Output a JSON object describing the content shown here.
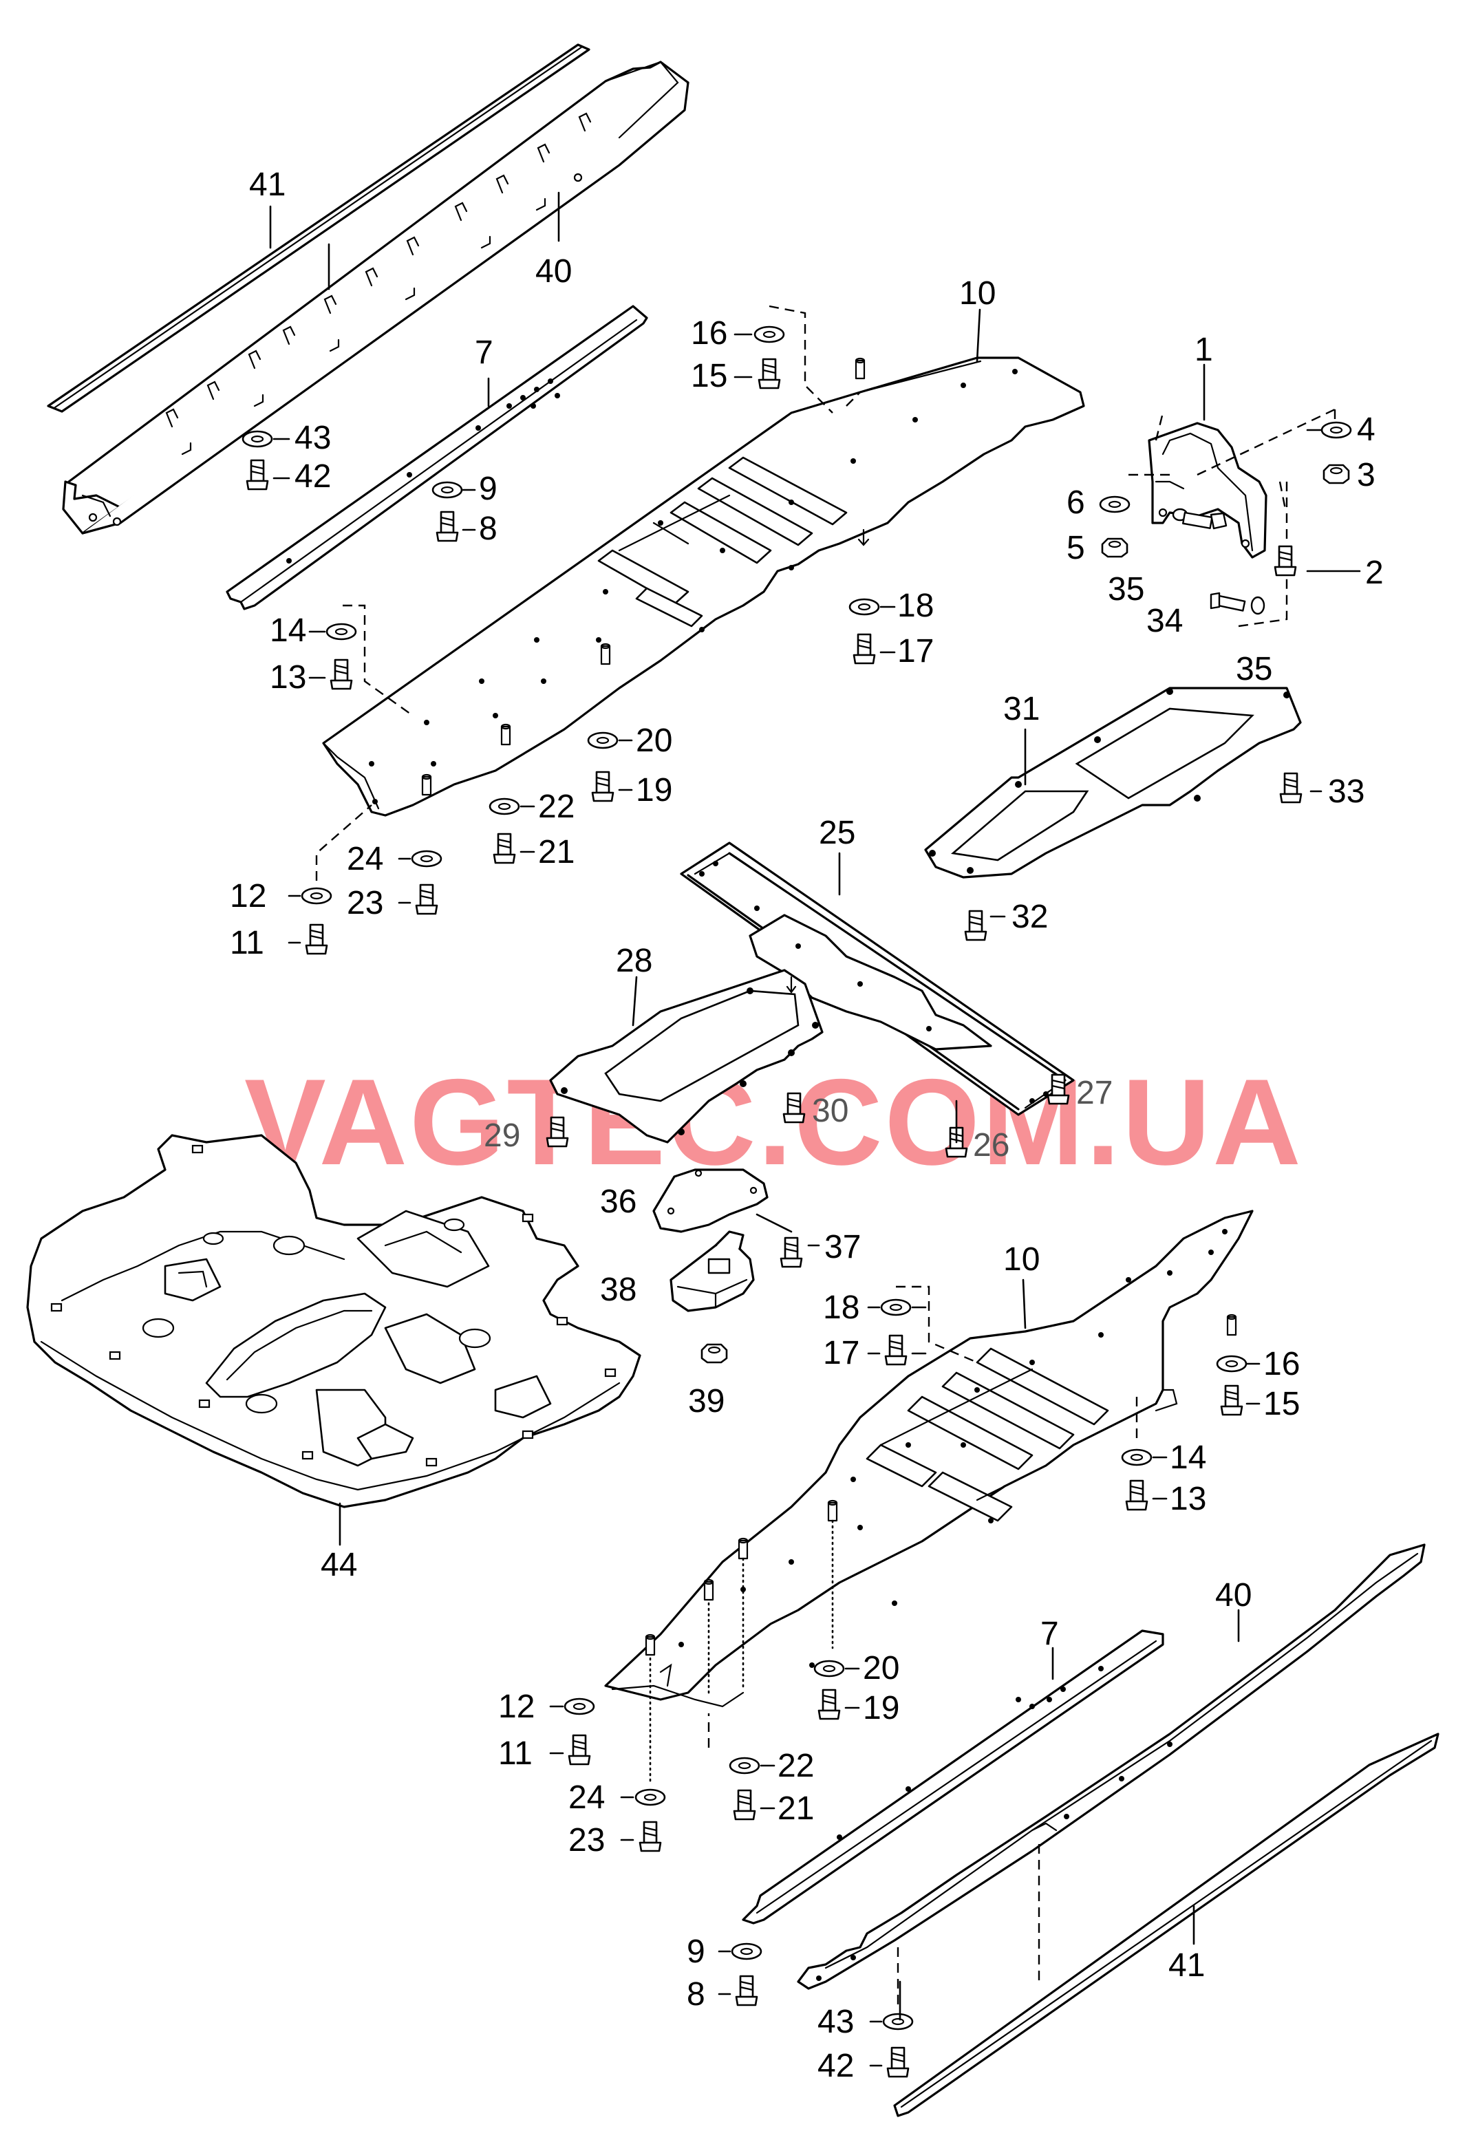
{
  "watermark": "VAGTEC.COM.UA",
  "colors": {
    "lines": "#000000",
    "background": "#ffffff",
    "watermark": "#f0232d"
  },
  "callouts": [
    {
      "id": "l41a",
      "text": "41"
    },
    {
      "id": "l40a",
      "text": "40"
    },
    {
      "id": "l7a",
      "text": "7"
    },
    {
      "id": "l43a",
      "text": "43"
    },
    {
      "id": "l42a",
      "text": "42"
    },
    {
      "id": "l9a",
      "text": "9"
    },
    {
      "id": "l8a",
      "text": "8"
    },
    {
      "id": "l10a",
      "text": "10"
    },
    {
      "id": "l16a",
      "text": "16"
    },
    {
      "id": "l15a",
      "text": "15"
    },
    {
      "id": "l18a",
      "text": "18"
    },
    {
      "id": "l17a",
      "text": "17"
    },
    {
      "id": "l14a",
      "text": "14"
    },
    {
      "id": "l13a",
      "text": "13"
    },
    {
      "id": "l20a",
      "text": "20"
    },
    {
      "id": "l19a",
      "text": "19"
    },
    {
      "id": "l22a",
      "text": "22"
    },
    {
      "id": "l21a",
      "text": "21"
    },
    {
      "id": "l24a",
      "text": "24"
    },
    {
      "id": "l23a",
      "text": "23"
    },
    {
      "id": "l12a",
      "text": "12"
    },
    {
      "id": "l11a",
      "text": "11"
    },
    {
      "id": "l1",
      "text": "1"
    },
    {
      "id": "l4",
      "text": "4"
    },
    {
      "id": "l3",
      "text": "3"
    },
    {
      "id": "l6",
      "text": "6"
    },
    {
      "id": "l5",
      "text": "5"
    },
    {
      "id": "l2",
      "text": "2"
    },
    {
      "id": "l35a",
      "text": "35"
    },
    {
      "id": "l34",
      "text": "34"
    },
    {
      "id": "l35b",
      "text": "35"
    },
    {
      "id": "l31",
      "text": "31"
    },
    {
      "id": "l33",
      "text": "33"
    },
    {
      "id": "l32",
      "text": "32"
    },
    {
      "id": "l25",
      "text": "25"
    },
    {
      "id": "l28",
      "text": "28"
    },
    {
      "id": "l27",
      "text": "27"
    },
    {
      "id": "l30",
      "text": "30"
    },
    {
      "id": "l29",
      "text": "29"
    },
    {
      "id": "l26",
      "text": "26"
    },
    {
      "id": "l36",
      "text": "36"
    },
    {
      "id": "l37",
      "text": "37"
    },
    {
      "id": "l38",
      "text": "38"
    },
    {
      "id": "l39",
      "text": "39"
    },
    {
      "id": "l10b",
      "text": "10"
    },
    {
      "id": "l18b",
      "text": "18"
    },
    {
      "id": "l17b",
      "text": "17"
    },
    {
      "id": "l16b",
      "text": "16"
    },
    {
      "id": "l15b",
      "text": "15"
    },
    {
      "id": "l14b",
      "text": "14"
    },
    {
      "id": "l13b",
      "text": "13"
    },
    {
      "id": "l44",
      "text": "44"
    },
    {
      "id": "l20b",
      "text": "20"
    },
    {
      "id": "l19b",
      "text": "19"
    },
    {
      "id": "l12b",
      "text": "12"
    },
    {
      "id": "l11b",
      "text": "11"
    },
    {
      "id": "l22b",
      "text": "22"
    },
    {
      "id": "l21b",
      "text": "21"
    },
    {
      "id": "l24b",
      "text": "24"
    },
    {
      "id": "l23b",
      "text": "23"
    },
    {
      "id": "l7b",
      "text": "7"
    },
    {
      "id": "l40b",
      "text": "40"
    },
    {
      "id": "l9b",
      "text": "9"
    },
    {
      "id": "l8b",
      "text": "8"
    },
    {
      "id": "l43b",
      "text": "43"
    },
    {
      "id": "l42b",
      "text": "42"
    },
    {
      "id": "l41b",
      "text": "41"
    }
  ]
}
